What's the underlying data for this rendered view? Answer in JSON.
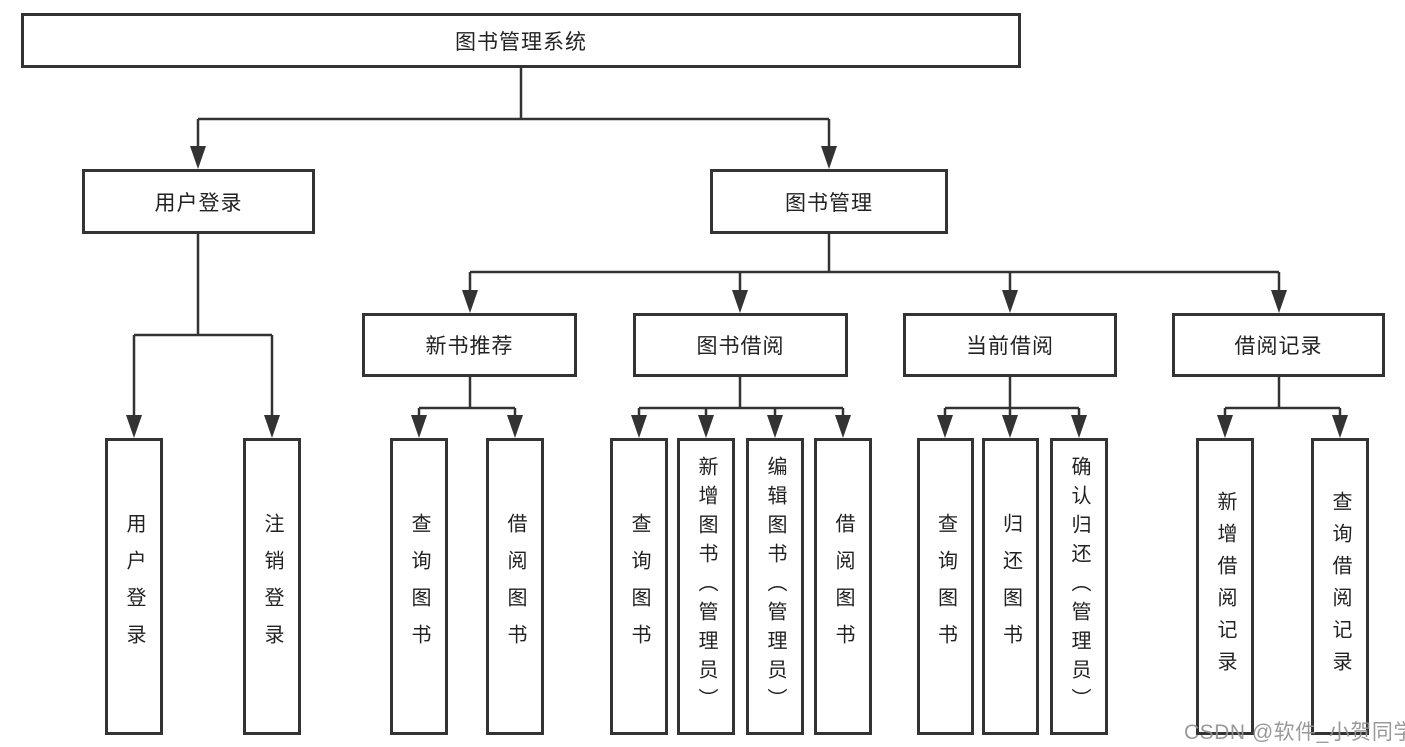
{
  "diagram": {
    "type": "hierarchy-tree",
    "root": {
      "label": "图书管理系统"
    },
    "l2": [
      {
        "label": "用户登录",
        "parent": "图书管理系统"
      },
      {
        "label": "图书管理",
        "parent": "图书管理系统"
      }
    ],
    "l3": [
      {
        "label": "新书推荐",
        "parent": "图书管理"
      },
      {
        "label": "图书借阅",
        "parent": "图书管理"
      },
      {
        "label": "当前借阅",
        "parent": "图书管理"
      },
      {
        "label": "借阅记录",
        "parent": "图书管理"
      }
    ],
    "l4": [
      {
        "label": "用户登录",
        "parent": "用户登录"
      },
      {
        "label": "注销登录",
        "parent": "用户登录"
      },
      {
        "label": "查询图书",
        "parent": "新书推荐"
      },
      {
        "label": "借阅图书",
        "parent": "新书推荐"
      },
      {
        "label": "查询图书",
        "parent": "图书借阅"
      },
      {
        "label": "新增图书（管理员）",
        "parent": "图书借阅"
      },
      {
        "label": "编辑图书（管理员）",
        "parent": "图书借阅"
      },
      {
        "label": "借阅图书",
        "parent": "图书借阅"
      },
      {
        "label": "查询图书",
        "parent": "当前借阅"
      },
      {
        "label": "归还图书",
        "parent": "当前借阅"
      },
      {
        "label": "确认归还（管理员）",
        "parent": "当前借阅"
      },
      {
        "label": "新增借阅记录",
        "parent": "借阅记录"
      },
      {
        "label": "查询借阅记录",
        "parent": "借阅记录"
      }
    ]
  },
  "watermark": {
    "text": "CSDN @软件_小贺同学"
  },
  "colors": {
    "line": "#333333",
    "text": "#222222",
    "background": "#ffffff",
    "watermark": "#919191"
  }
}
